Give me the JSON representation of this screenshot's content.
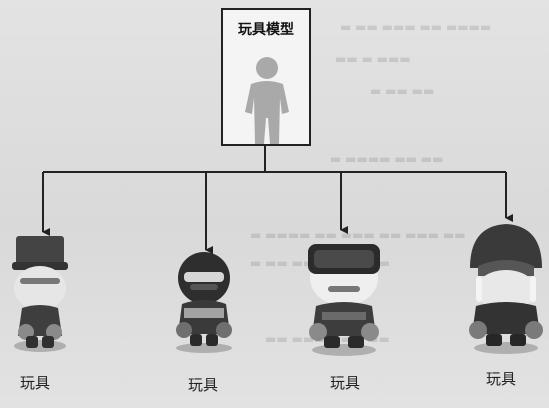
{
  "diagram": {
    "model": {
      "title": "玩具模型",
      "icon": "person-figure-icon"
    },
    "toys": [
      {
        "label": "玩具",
        "icon": "toy-hat-figure-icon"
      },
      {
        "label": "玩具",
        "icon": "toy-ninja-figure-icon"
      },
      {
        "label": "玩具",
        "icon": "toy-vr-headset-figure-icon"
      },
      {
        "label": "玩具",
        "icon": "toy-helmet-figure-icon"
      }
    ]
  }
}
